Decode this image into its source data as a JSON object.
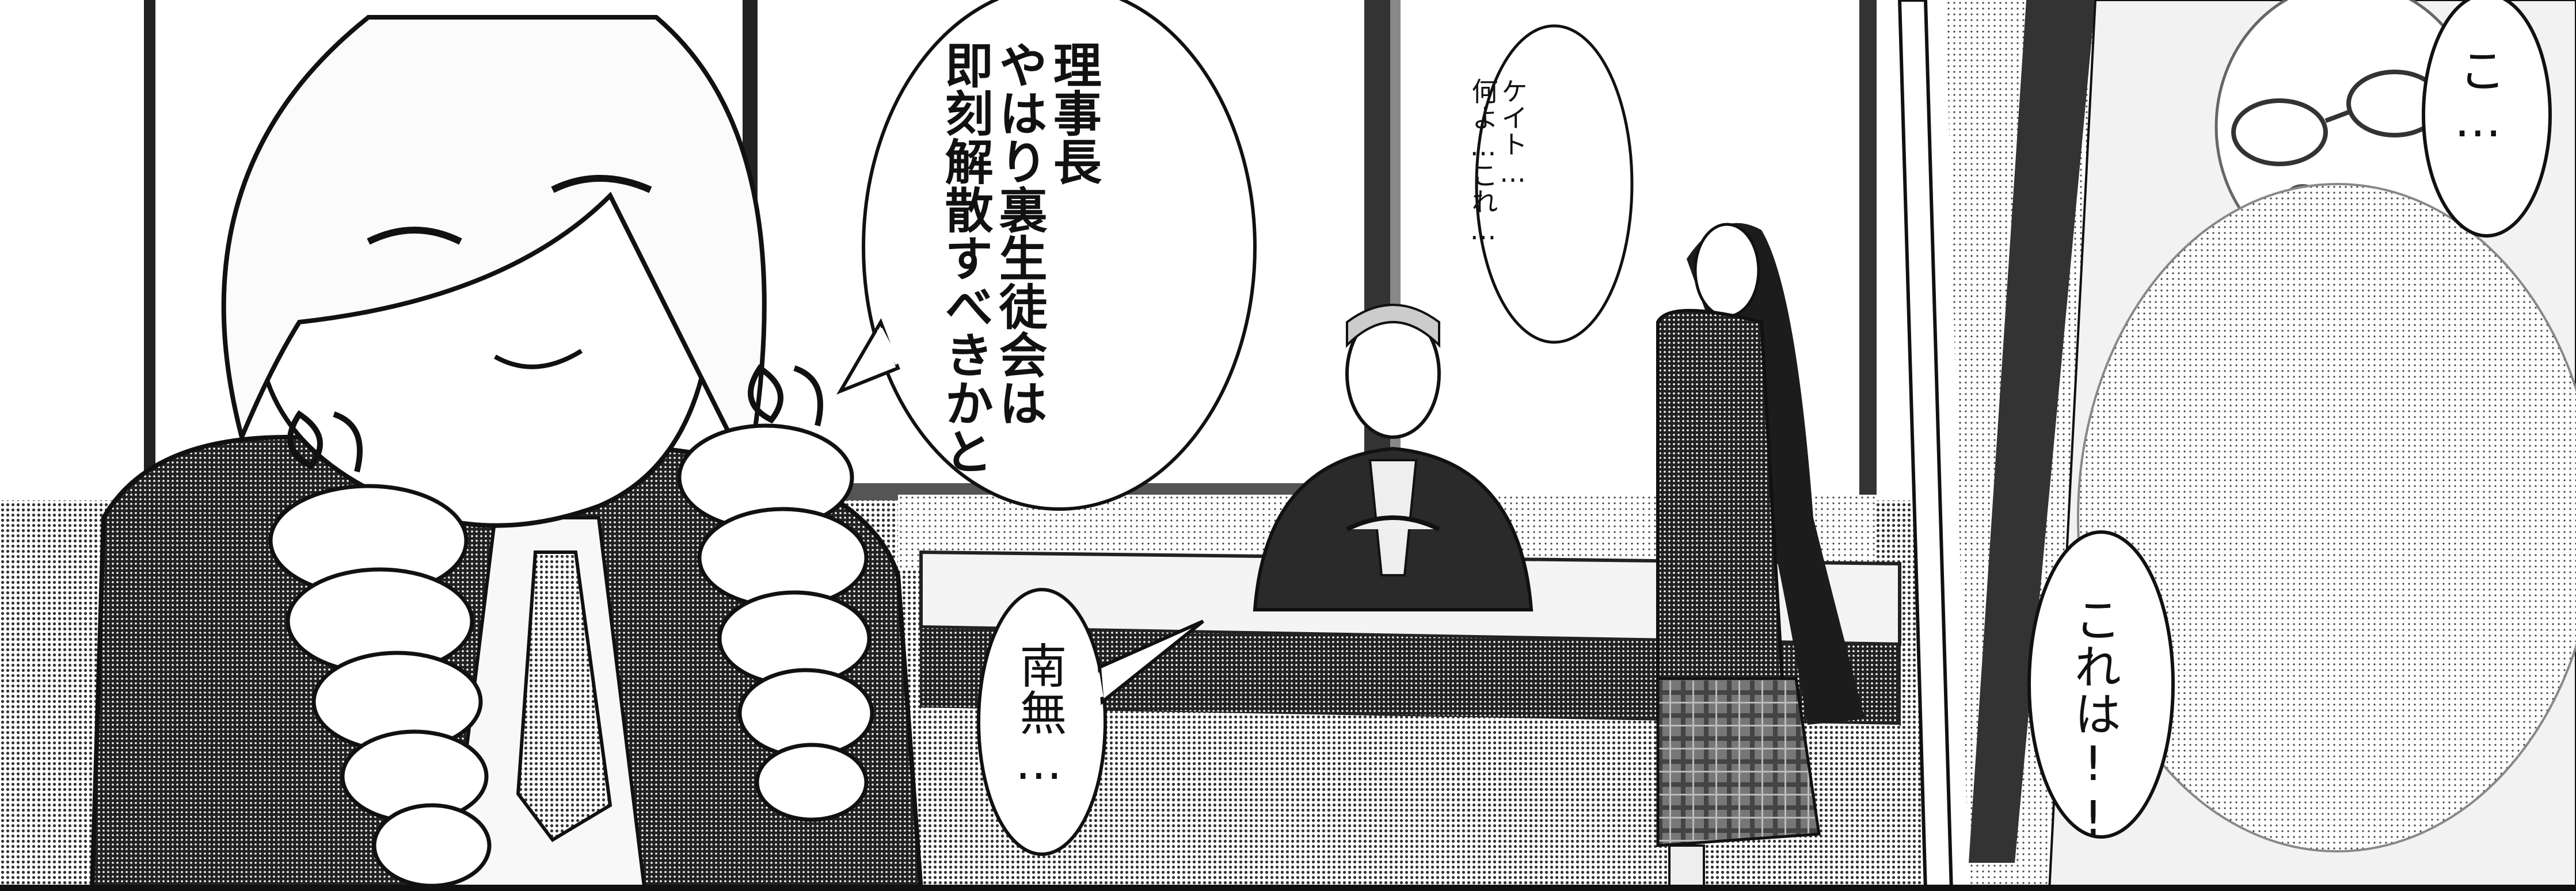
{
  "page": {
    "panels": [
      {
        "name": "office-panel"
      },
      {
        "name": "closeup-panel"
      }
    ]
  },
  "dialogue": {
    "chairman_line": "理事長\nやはり裏生徒会は\n即刻解散すべきかと",
    "kate_line": "ケイト…\n何よ…これ…",
    "namu_line": "南無…",
    "ko_line": "こ…",
    "kore_wa_line": "これは!!"
  },
  "colors": {
    "ink": "#111111",
    "paper": "#ffffff",
    "screentone_light": "#d8d8d8",
    "screentone_mid": "#9a9a9a",
    "screentone_dark": "#4a4a4a"
  }
}
